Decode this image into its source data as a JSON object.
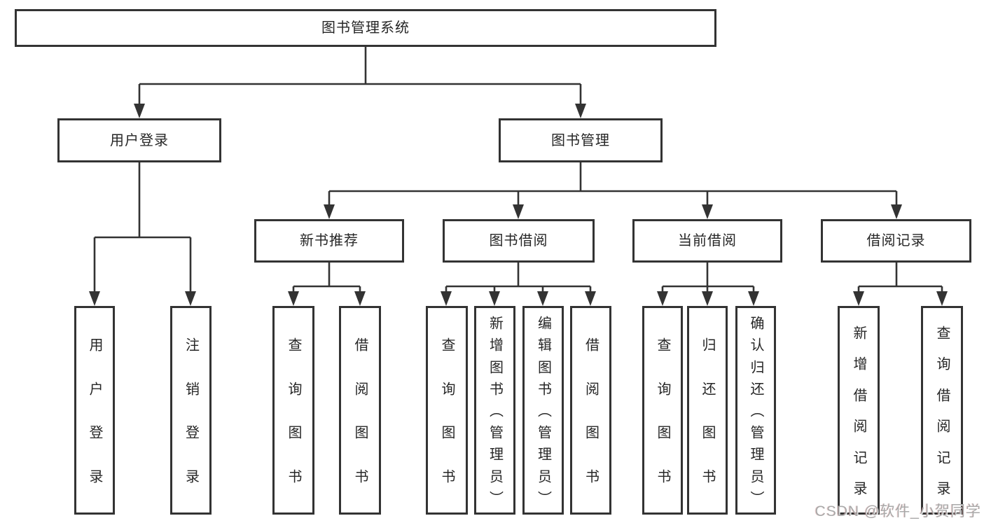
{
  "tree": {
    "root": {
      "label": "图书管理系统",
      "children": [
        {
          "label": "用户登录",
          "children": [
            {
              "label": "用户登录"
            },
            {
              "label": "注销登录"
            }
          ]
        },
        {
          "label": "图书管理",
          "children": [
            {
              "label": "新书推荐",
              "children": [
                {
                  "label": "查询图书"
                },
                {
                  "label": "借阅图书"
                }
              ]
            },
            {
              "label": "图书借阅",
              "children": [
                {
                  "label": "查询图书"
                },
                {
                  "label": "新增图书（管理员）"
                },
                {
                  "label": "编辑图书（管理员）"
                },
                {
                  "label": "借阅图书"
                }
              ]
            },
            {
              "label": "当前借阅",
              "children": [
                {
                  "label": "查询图书"
                },
                {
                  "label": "归还图书"
                },
                {
                  "label": "确认归还（管理员）"
                }
              ]
            },
            {
              "label": "借阅记录",
              "children": [
                {
                  "label": "新增借阅记录"
                },
                {
                  "label": "查询借阅记录"
                }
              ]
            }
          ]
        }
      ]
    }
  },
  "watermark": {
    "text": "CSDN @软件_小贺同学"
  },
  "colors": {
    "line": "#333333",
    "text": "#262626",
    "box_fill": "#ffffff",
    "background": "#ffffff",
    "watermark": "#a9a9a9"
  }
}
